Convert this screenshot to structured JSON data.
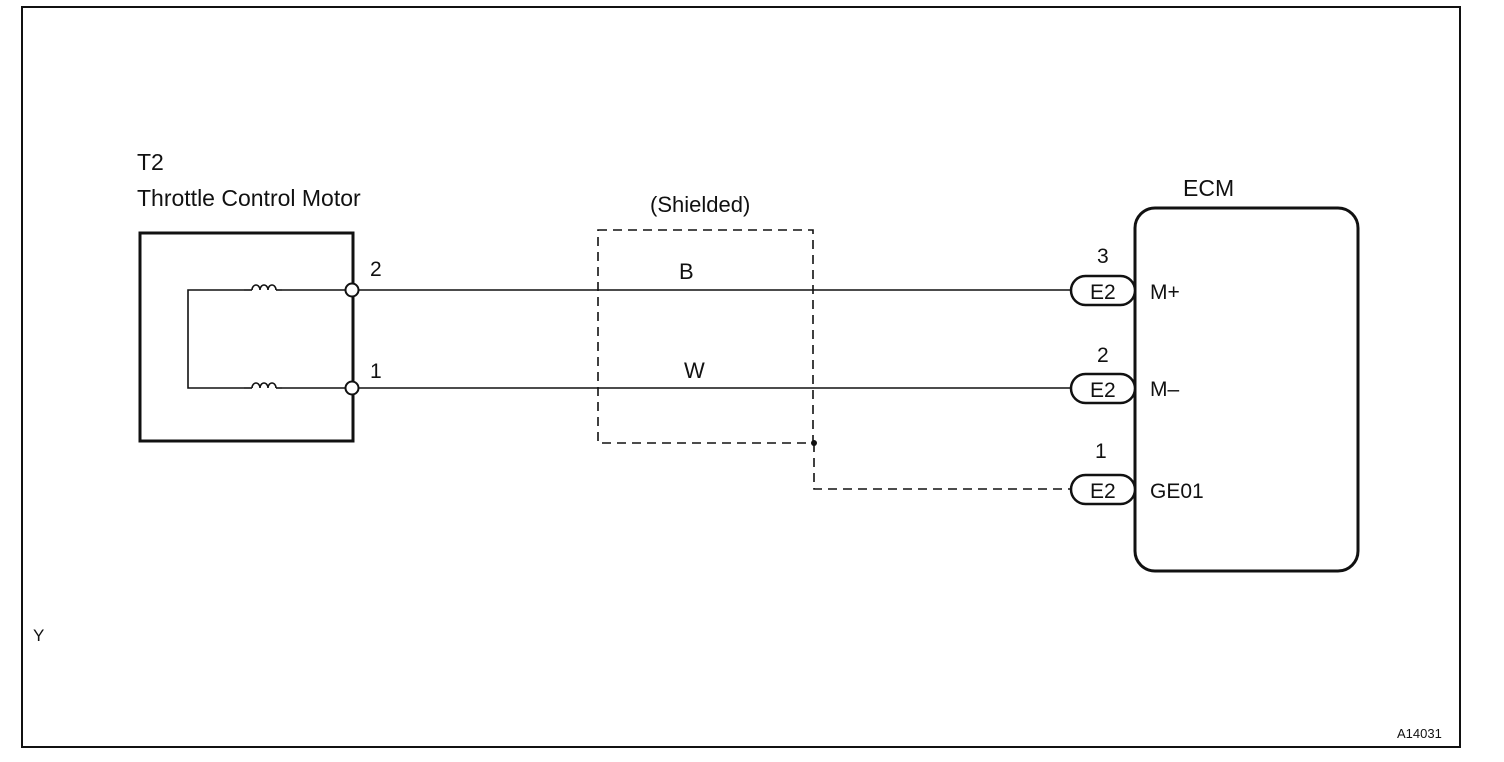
{
  "component": {
    "id": "T2",
    "name": "Throttle Control Motor",
    "pins": [
      "2",
      "1"
    ]
  },
  "shield_label": "(Shielded)",
  "wires": [
    {
      "color_code": "B",
      "from_pin": "2",
      "to_terminal": "M+",
      "ecm_pin": "3",
      "connector": "E2"
    },
    {
      "color_code": "W",
      "from_pin": "1",
      "to_terminal": "M–",
      "ecm_pin": "2",
      "connector": "E2"
    }
  ],
  "ground": {
    "ecm_pin": "1",
    "connector": "E2",
    "terminal": "GE01"
  },
  "ecm": {
    "title": "ECM"
  },
  "corner_marker": "Y",
  "figure_code": "A14031",
  "colors": {
    "line": "#111111",
    "background": "#ffffff"
  }
}
